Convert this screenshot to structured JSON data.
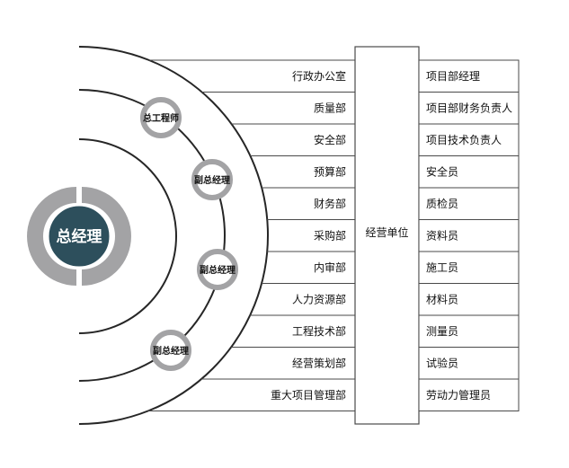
{
  "general_manager": {
    "label": "总经理"
  },
  "executives": [
    {
      "label": "总工程师"
    },
    {
      "label": "副总经理"
    },
    {
      "label": "副总经理"
    },
    {
      "label": "副总经理"
    }
  ],
  "departments": [
    {
      "label": "行政办公室"
    },
    {
      "label": "质量部"
    },
    {
      "label": "安全部"
    },
    {
      "label": "预算部"
    },
    {
      "label": "财务部"
    },
    {
      "label": "采购部"
    },
    {
      "label": "内审部"
    },
    {
      "label": "人力资源部"
    },
    {
      "label": "工程技术部"
    },
    {
      "label": "经营策划部"
    },
    {
      "label": "重大项目管理部"
    }
  ],
  "operating_unit": {
    "label": "经营单位"
  },
  "project_roles": [
    {
      "label": "项目部经理"
    },
    {
      "label": "项目部财务负责人"
    },
    {
      "label": "项目技术负责人"
    },
    {
      "label": "安全员"
    },
    {
      "label": "质检员"
    },
    {
      "label": "资料员"
    },
    {
      "label": "施工员"
    },
    {
      "label": "材料员"
    },
    {
      "label": "测量员"
    },
    {
      "label": "试验员"
    },
    {
      "label": "劳动力管理员"
    }
  ],
  "colors": {
    "line": "#262626",
    "ring": "#a3a3a5",
    "core": "#2d4f5c",
    "box_border": "#4a4a4a"
  }
}
